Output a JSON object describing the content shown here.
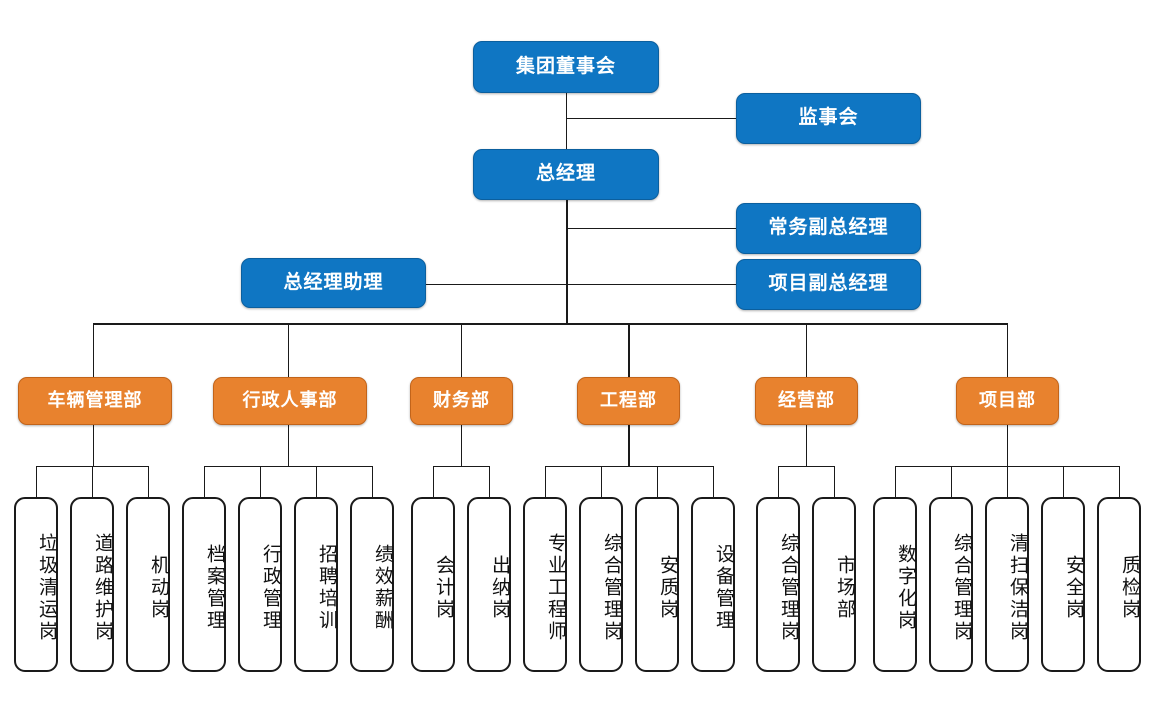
{
  "chart": {
    "type": "org-chart",
    "title_text_present": false,
    "colors": {
      "executive_box": "#0f76c3",
      "department_box": "#e8822e",
      "leaf_box_border": "#1a1a1a",
      "leaf_box_fill": "#ffffff",
      "connector": "#1a1a1a",
      "canvas": "#ffffff"
    }
  },
  "executive": {
    "board": "集团董事会",
    "supervisory": "监事会",
    "general_manager": "总经理",
    "executive_deputy": "常务副总经理",
    "project_deputy": "项目副总经理",
    "gm_assistant": "总经理助理"
  },
  "departments": [
    {
      "name": "车辆管理部",
      "positions": [
        "垃圾清运岗",
        "道路维护岗",
        "机动岗"
      ]
    },
    {
      "name": "行政人事部",
      "positions": [
        "档案管理",
        "行政管理",
        "招聘培训",
        "绩效薪酬"
      ]
    },
    {
      "name": "财务部",
      "positions": [
        "会计岗",
        "出纳岗"
      ]
    },
    {
      "name": "工程部",
      "positions": [
        "专业工程师",
        "综合管理岗",
        "安质岗",
        "设备管理"
      ]
    },
    {
      "name": "经营部",
      "positions": [
        "综合管理岗",
        "市场部"
      ]
    },
    {
      "name": "项目部",
      "positions": [
        "数字化岗",
        "综合管理岗",
        "清扫保洁岗",
        "安全岗",
        "质检岗"
      ]
    }
  ],
  "leaves_flat": [
    "垃圾清运岗",
    "道路维护岗",
    "机动岗",
    "档案管理",
    "行政管理",
    "招聘培训",
    "绩效薪酬",
    "会计岗",
    "出纳岗",
    "专业工程师",
    "综合管理岗",
    "安质岗",
    "设备管理",
    "综合管理岗",
    "市场部",
    "数字化岗",
    "综合管理岗",
    "清扫保洁岗",
    "安全岗",
    "质检岗"
  ]
}
